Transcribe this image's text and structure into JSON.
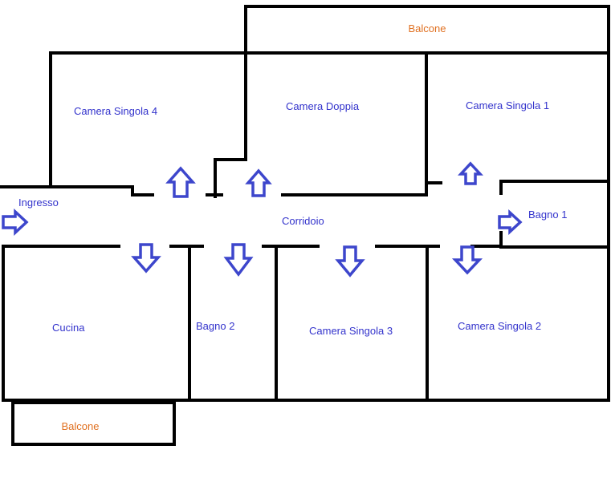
{
  "rooms": {
    "balcone_top": "Balcone",
    "camera_singola_4": "Camera Singola 4",
    "camera_doppia": "Camera Doppia",
    "camera_singola_1": "Camera Singola 1",
    "ingresso": "Ingresso",
    "corridoio": "Corridoio",
    "bagno_1": "Bagno 1",
    "cucina": "Cucina",
    "bagno_2": "Bagno 2",
    "camera_singola_3": "Camera Singola 3",
    "camera_singola_2": "Camera Singola 2",
    "balcone_bottom": "Balcone"
  },
  "colors": {
    "room_label": "#3333cc",
    "balcony_label": "#e07020",
    "arrow_outline": "#3d46cc",
    "wall": "#000000"
  },
  "arrows": {
    "up": [
      "camera_singola_4",
      "camera_doppia",
      "camera_singola_1"
    ],
    "down": [
      "cucina",
      "bagno_2",
      "camera_singola_3",
      "camera_singola_2"
    ],
    "right": [
      "ingresso",
      "bagno_1"
    ]
  }
}
